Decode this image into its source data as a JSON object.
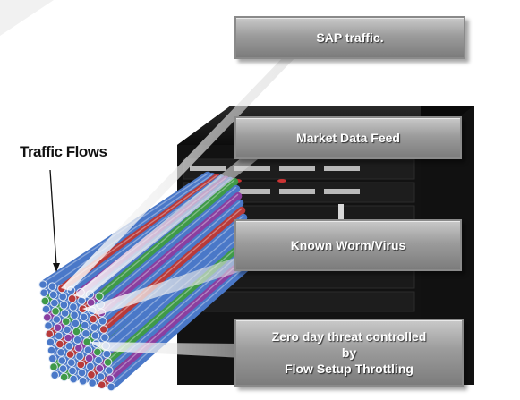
{
  "diagram": {
    "traffic_label": "Traffic Flows",
    "callouts": {
      "sap": "SAP traffic.",
      "market": "Market Data Feed",
      "worm": "Known Worm/Virus",
      "zero_line1": "Zero day threat controlled",
      "zero_line2": "by",
      "zero_line3": "Flow Setup Throttling"
    },
    "colors": {
      "cable_blue": "#4a78c8",
      "cable_red": "#b83a3a",
      "cable_purple": "#8a3fa0",
      "cable_green": "#3f9a48",
      "chassis": "#141414",
      "callout_gray": "#9c9c9c"
    }
  }
}
